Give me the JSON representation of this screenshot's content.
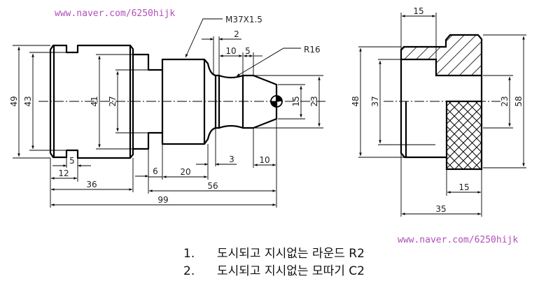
{
  "watermark_top": "www.naver.com/6250hijk",
  "watermark_bottom": "www.naver.com/6250hijk",
  "shaft": {
    "thread_callout": "M37X1.5",
    "radius_callout": "R16",
    "dims": {
      "d49": "49",
      "d43": "43",
      "d41": "41",
      "d27": "27",
      "d15": "15",
      "d23": "23",
      "l5": "5",
      "l12": "12",
      "l36": "36",
      "l99": "99",
      "l6": "6",
      "l20": "20",
      "l56": "56",
      "l3": "3",
      "l10b": "10",
      "l2": "2",
      "l10t": "10",
      "l5t": "5"
    }
  },
  "nut": {
    "dims": {
      "top15": "15",
      "d48": "48",
      "d37": "37",
      "d23": "23",
      "d58": "58",
      "bot15": "15",
      "l35": "35"
    }
  },
  "notes": [
    {
      "num": "1.",
      "text": "도시되고 지시없는 라운드 R2"
    },
    {
      "num": "2.",
      "text": "도시되고 지시없는 모따기 C2"
    }
  ]
}
